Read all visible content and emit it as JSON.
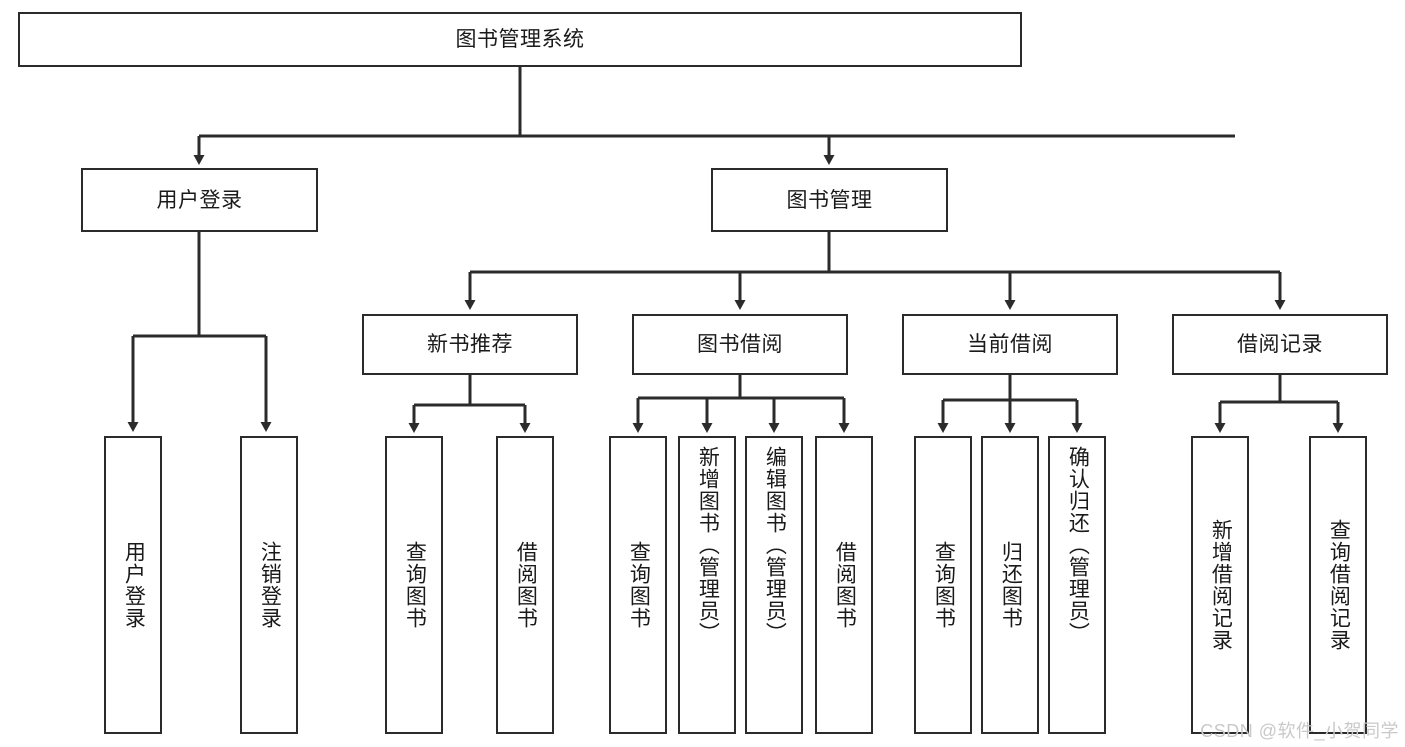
{
  "diagram": {
    "title": "图书管理系统",
    "type": "hierarchy-tree",
    "watermark": "CSDN @软件_小贺同学",
    "colors": {
      "stroke": "#2b2b2b",
      "fill": "#ffffff",
      "text": "#1a1a1a",
      "watermark": "#c9c9c9"
    },
    "root": {
      "label": "图书管理系统"
    },
    "level2": [
      {
        "label": "用户登录"
      },
      {
        "label": "图书管理"
      }
    ],
    "level3": [
      {
        "label": "新书推荐"
      },
      {
        "label": "图书借阅"
      },
      {
        "label": "当前借阅"
      },
      {
        "label": "借阅记录"
      }
    ],
    "leaves": {
      "user_login": [
        {
          "label": "用户登录"
        },
        {
          "label": "注销登录"
        }
      ],
      "new_book": [
        {
          "label": "查询图书"
        },
        {
          "label": "借阅图书"
        }
      ],
      "book_borrow": [
        {
          "label": "查询图书"
        },
        {
          "label": "新增图书（管理员）"
        },
        {
          "label": "编辑图书（管理员）"
        },
        {
          "label": "借阅图书"
        }
      ],
      "current_borrow": [
        {
          "label": "查询图书"
        },
        {
          "label": "归还图书"
        },
        {
          "label": "确认归还（管理员）"
        }
      ],
      "borrow_record": [
        {
          "label": "新增借阅记录"
        },
        {
          "label": "查询借阅记录"
        }
      ]
    }
  }
}
